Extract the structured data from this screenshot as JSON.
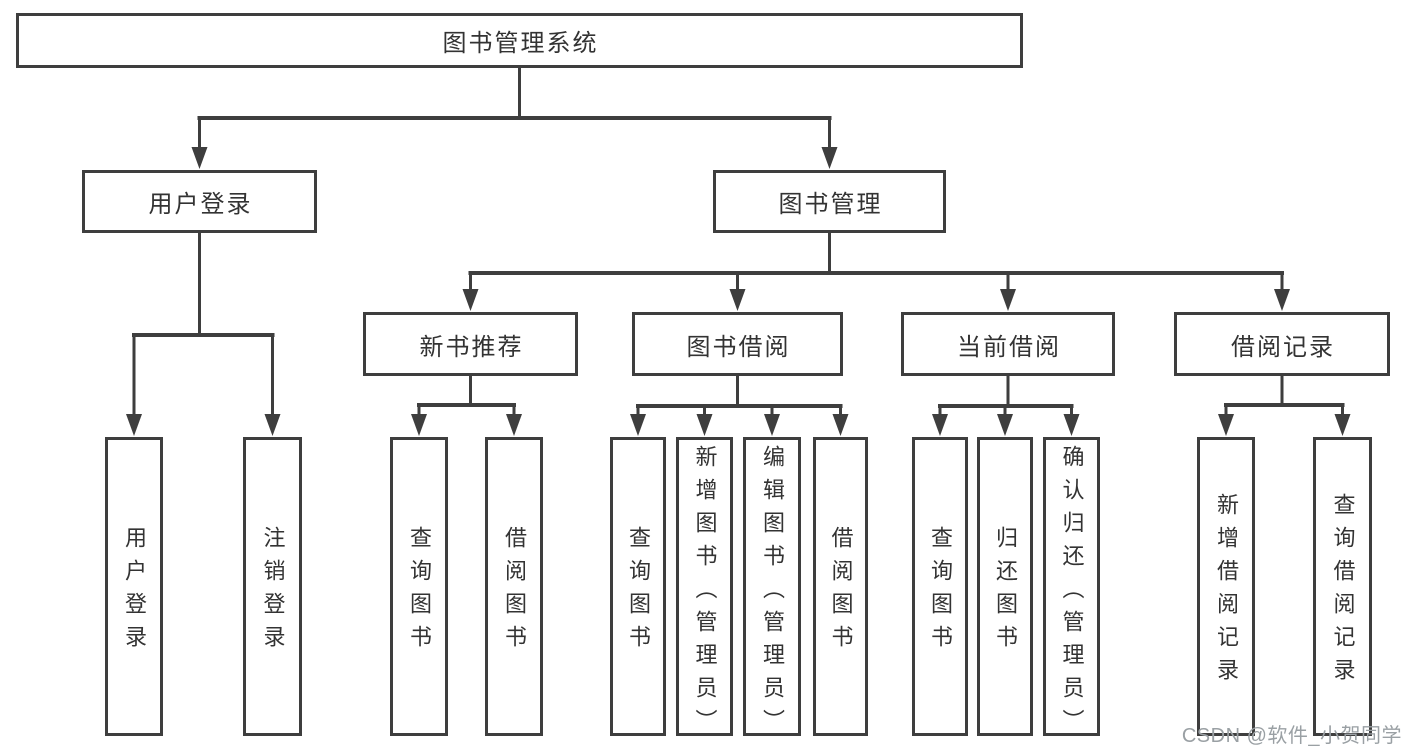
{
  "colors": {
    "line": "#3e3e3e",
    "text": "#333333",
    "watermark": "#9aa0a4",
    "background": "#ffffff"
  },
  "watermark": {
    "text": "CSDN @软件_小贺同学"
  },
  "diagram": {
    "title": "图书管理系统",
    "nodes": [
      {
        "id": "root",
        "label": "图书管理系统",
        "children": [
          "user-login",
          "book-mgmt"
        ]
      },
      {
        "id": "user-login",
        "label": "用户登录",
        "children": [
          "leaf-user-login",
          "leaf-logout"
        ]
      },
      {
        "id": "book-mgmt",
        "label": "图书管理",
        "children": [
          "new-book-rec",
          "book-borrow",
          "current-borrow",
          "borrow-records"
        ]
      },
      {
        "id": "new-book-rec",
        "label": "新书推荐",
        "children": [
          "nb-query",
          "nb-borrow"
        ]
      },
      {
        "id": "book-borrow",
        "label": "图书借阅",
        "children": [
          "bb-query",
          "bb-add",
          "bb-edit",
          "bb-borrow"
        ]
      },
      {
        "id": "current-borrow",
        "label": "当前借阅",
        "children": [
          "cb-query",
          "cb-return",
          "cb-confirm"
        ]
      },
      {
        "id": "borrow-records",
        "label": "借阅记录",
        "children": [
          "br-add",
          "br-query"
        ]
      },
      {
        "id": "leaf-user-login",
        "label": "用户登录"
      },
      {
        "id": "leaf-logout",
        "label": "注销登录"
      },
      {
        "id": "nb-query",
        "label": "查询图书"
      },
      {
        "id": "nb-borrow",
        "label": "借阅图书"
      },
      {
        "id": "bb-query",
        "label": "查询图书"
      },
      {
        "id": "bb-add",
        "label": "新增图书（管理员）"
      },
      {
        "id": "bb-edit",
        "label": "编辑图书（管理员）"
      },
      {
        "id": "bb-borrow",
        "label": "借阅图书"
      },
      {
        "id": "cb-query",
        "label": "查询图书"
      },
      {
        "id": "cb-return",
        "label": "归还图书"
      },
      {
        "id": "cb-confirm",
        "label": "确认归还（管理员）"
      },
      {
        "id": "br-add",
        "label": "新增借阅记录"
      },
      {
        "id": "br-query",
        "label": "查询借阅记录"
      }
    ]
  }
}
